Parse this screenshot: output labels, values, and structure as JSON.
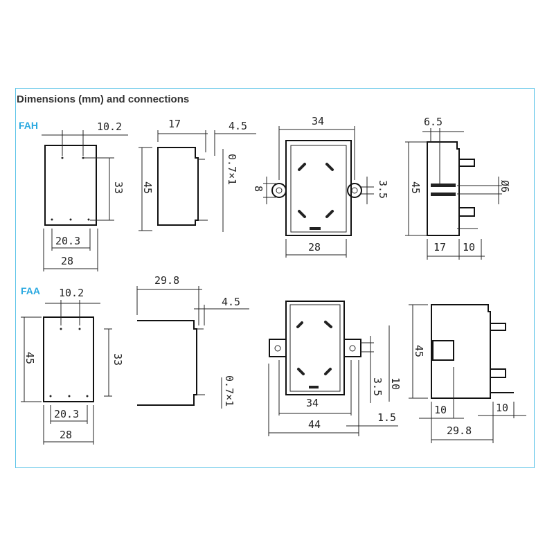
{
  "title": "Dimensions (mm) and connections",
  "colors": {
    "frame": "#5cc4e8",
    "model_label": "#29a8e0",
    "title": "#333333"
  },
  "fah": {
    "label": "FAH",
    "front": {
      "pin_spacing": "10.2",
      "height_pins": "33",
      "width_pins": "20.3",
      "width": "28"
    },
    "side": {
      "depth": "17",
      "pin_length": "4.5",
      "height": "45",
      "pin_size": "0.7×1"
    },
    "top": {
      "width": "34",
      "depth": "28",
      "ear_height": "8",
      "hole": "3.5"
    },
    "rear": {
      "offset": "6.5",
      "height": "45",
      "diameter": "Ø6",
      "depth": "17",
      "pin_offset": "10"
    }
  },
  "faa": {
    "label": "FAA",
    "front": {
      "pin_spacing": "10.2",
      "height": "45",
      "height_pins": "33",
      "width_pins": "20.3",
      "width": "28"
    },
    "side": {
      "depth": "29.8",
      "pin_length": "4.5",
      "pin_size": "0.7×1"
    },
    "top": {
      "width": "34",
      "mount_spacing": "44",
      "ear_thickness": "1.5",
      "ear_height": "10",
      "hole": "3.5"
    },
    "rear": {
      "height": "45",
      "offset_left": "10",
      "offset_right": "10",
      "depth": "29.8"
    }
  }
}
